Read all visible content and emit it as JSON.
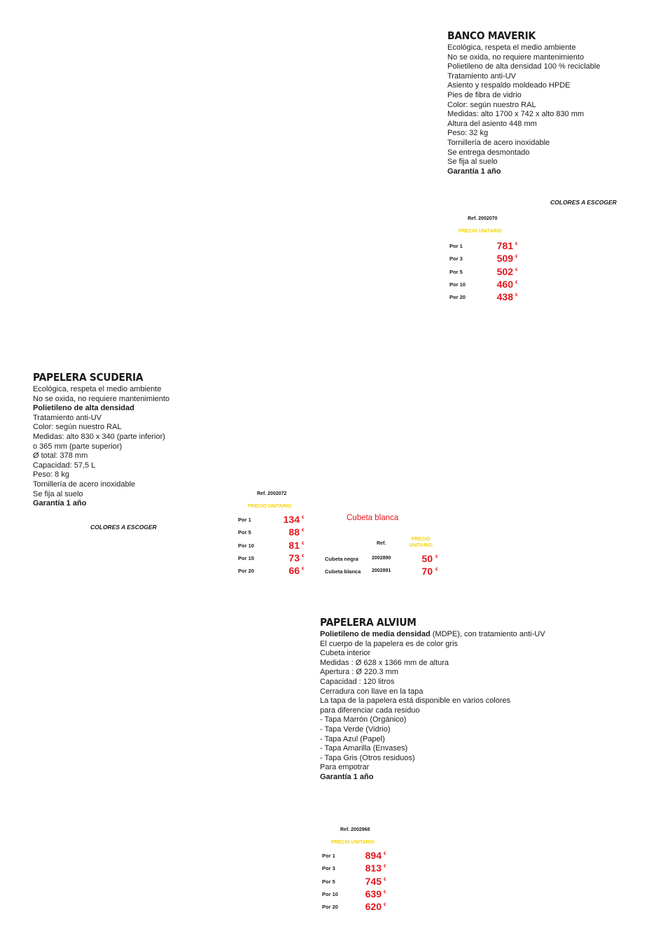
{
  "banco": {
    "title": "BANCO MAVERIK",
    "lines": [
      {
        "text": "Ecológica, respeta el medio ambiente",
        "bold": false
      },
      {
        "text": "No se oxida, no requiere mantenimiento",
        "bold": false
      },
      {
        "text": "Polietileno de alta densidad 100 % reciclable",
        "bold": false
      },
      {
        "text": "Tratamiento anti-UV",
        "bold": false
      },
      {
        "text": "Asiento y respaldo moldeado HPDE",
        "bold": false
      },
      {
        "text": "Pies de fibra de vidrio",
        "bold": false
      },
      {
        "text": "Color: según nuestro RAL",
        "bold": false
      },
      {
        "text": "Medidas: alto 1700 x 742 x alto 830 mm",
        "bold": false
      },
      {
        "text": "Altura del asiento 448 mm",
        "bold": false
      },
      {
        "text": "Peso: 32 kg",
        "bold": false
      },
      {
        "text": "Tornillería de acero inoxidable",
        "bold": false
      },
      {
        "text": "Se entrega desmontado",
        "bold": false
      },
      {
        "text": "Se fija al suelo",
        "bold": false
      },
      {
        "text": "Garantía 1 año",
        "bold": true
      }
    ],
    "colors_note": "COLORES A ESCOGER",
    "ref": "Ref. 2002070",
    "unit_price_label": "PRECIO UNITARIO",
    "currency": "€",
    "prices": [
      {
        "label": "Por 1",
        "value": "781"
      },
      {
        "label": "Por 3",
        "value": "509"
      },
      {
        "label": "Por 5",
        "value": "502"
      },
      {
        "label": "Por 10",
        "value": "460"
      },
      {
        "label": "Por 20",
        "value": "438"
      }
    ]
  },
  "scuderia": {
    "title": "PAPELERA SCUDERIA",
    "lines": [
      {
        "text": "Ecológica, respeta el medio ambiente",
        "bold": false
      },
      {
        "text": "No se oxida, no requiere mantenimiento",
        "bold": false
      },
      {
        "text": "Polietileno de alta densidad",
        "bold": true
      },
      {
        "text": "Tratamiento anti-UV",
        "bold": false
      },
      {
        "text": "Color: según nuestro RAL",
        "bold": false
      },
      {
        "text": "Medidas: alto 830 x 340 (parte inferior)",
        "bold": false
      },
      {
        "text": "o 365 mm (parte superior)",
        "bold": false
      },
      {
        "text": "Ø total: 378 mm",
        "bold": false
      },
      {
        "text": "Capacidad: 57,5 L",
        "bold": false
      },
      {
        "text": "Peso: 8 kg",
        "bold": false
      },
      {
        "text": "Tornillería de acero inoxidable",
        "bold": false
      },
      {
        "text": "Se fija al suelo",
        "bold": false
      },
      {
        "text": "Garantía 1 año",
        "bold": true
      }
    ],
    "colors_note": "COLORES A ESCOGER",
    "ref": "Ref. 2002072",
    "unit_price_label": "PRECIO UNITARIO",
    "currency": "€",
    "prices": [
      {
        "label": "Por 1",
        "value": "134"
      },
      {
        "label": "Por 5",
        "value": "88"
      },
      {
        "label": "Por 10",
        "value": "81"
      },
      {
        "label": "Por 15",
        "value": "73"
      },
      {
        "label": "Por 20",
        "value": "66"
      }
    ],
    "cubeta": {
      "title": "Cubeta blanca",
      "ref_header": "Ref.",
      "price_header_1": "PRECIO",
      "price_header_2": "UNITARIO",
      "rows": [
        {
          "name": "Cubeta negra",
          "ref": "2002890",
          "value": "50"
        },
        {
          "name": "Cubeta blanca",
          "ref": "2002891",
          "value": "70"
        }
      ]
    }
  },
  "alvium": {
    "title": "PAPELERA ALVIUM",
    "first_line_bold": "Polietileno de media densidad",
    "first_line_rest": " (MDPE), con tratamiento anti-UV",
    "lines": [
      {
        "text": "El cuerpo de la papelera es de color gris",
        "bold": false
      },
      {
        "text": "Cubeta interior",
        "bold": false
      },
      {
        "text": "Medidas : Ø 628 x 1366 mm de altura",
        "bold": false
      },
      {
        "text": "Apertura : Ø 220.3 mm",
        "bold": false
      },
      {
        "text": "Capacidad : 120 litros",
        "bold": false
      },
      {
        "text": "Cerradura con llave en la tapa",
        "bold": false
      },
      {
        "text": "La tapa de la papelera está disponible en varios colores",
        "bold": false
      },
      {
        "text": "para diferenciar cada residuo",
        "bold": false
      },
      {
        "text": "- Tapa Marrón (Orgánico)",
        "bold": false
      },
      {
        "text": "- Tapa Verde (Vidrio)",
        "bold": false
      },
      {
        "text": "- Tapa Azul (Papel)",
        "bold": false
      },
      {
        "text": "- Tapa Amarilla (Envases)",
        "bold": false
      },
      {
        "text": "- Tapa Gris (Otros residuos)",
        "bold": false
      },
      {
        "text": "Para empotrar",
        "bold": false
      },
      {
        "text": "Garantía 1 año",
        "bold": true
      }
    ],
    "ref": "Ref. 2002968",
    "unit_price_label": "PRECIO UNITARIO",
    "currency": "€",
    "prices": [
      {
        "label": "Por 1",
        "value": "894"
      },
      {
        "label": "Por 3",
        "value": "813"
      },
      {
        "label": "Por 5",
        "value": "745"
      },
      {
        "label": "Por 10",
        "value": "639"
      },
      {
        "label": "Por 20",
        "value": "620"
      }
    ]
  }
}
